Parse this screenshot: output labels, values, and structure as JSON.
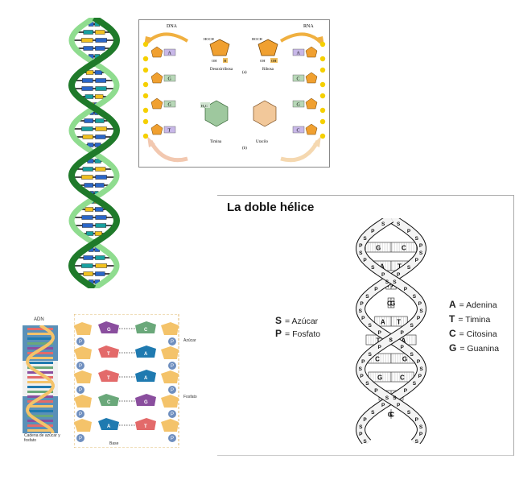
{
  "dna_rna": {
    "left_label": "DNA",
    "right_label": "RNA",
    "sugar_left_groups": [
      "HOCH",
      "OH",
      "H"
    ],
    "sugar_right_groups": [
      "HOCH",
      "OH",
      "OH"
    ],
    "sugar_left_name": "Desoxirribosa",
    "sugar_right_name": "Ribosa",
    "part_a": "(a)",
    "part_b": "(b)",
    "base_left_name": "Timina",
    "base_right_name": "Uracilo",
    "methyl_label": "H₃C",
    "left_bases": [
      "A",
      "G",
      "G",
      "T"
    ],
    "right_bases": [
      "A",
      "C",
      "G",
      "C"
    ],
    "colors": {
      "sugar": "#f0a030",
      "phosphate": "#f5d000",
      "arrow": "#f0b040",
      "timina": "#9ec89e",
      "uracilo": "#f2c89a"
    }
  },
  "doble_helice": {
    "title": "La doble hélice",
    "legend_left": [
      {
        "symbol": "S",
        "name": "Azúcar"
      },
      {
        "symbol": "P",
        "name": "Fosfato"
      }
    ],
    "legend_right": [
      {
        "symbol": "A",
        "name": "Adenina"
      },
      {
        "symbol": "T",
        "name": "Timina"
      },
      {
        "symbol": "C",
        "name": "Citosina"
      },
      {
        "symbol": "G",
        "name": "Guanina"
      }
    ],
    "backbone_labels": [
      "S",
      "P",
      "S",
      "P"
    ],
    "pairs": [
      [
        "G",
        "C"
      ],
      [
        "A",
        "T"
      ],
      [
        "T",
        "A"
      ],
      [
        "C",
        "G"
      ],
      [
        "A",
        "T"
      ],
      [
        "T",
        "A"
      ],
      [
        "C",
        "G"
      ],
      [
        "G",
        "C"
      ],
      [
        "T",
        "A"
      ],
      [
        "C",
        "G"
      ]
    ]
  },
  "adn": {
    "title": "ADN",
    "label_azucar": "Azúcar",
    "label_fosfato": "Fosfato",
    "label_cadena": "Cadena de azúcar y fosfato",
    "label_base": "Base",
    "phosphate": "P",
    "pairs": [
      [
        "G",
        "C"
      ],
      [
        "T",
        "A"
      ],
      [
        "T",
        "A"
      ],
      [
        "C",
        "G"
      ],
      [
        "A",
        "T"
      ]
    ],
    "colors": {
      "G": "#8a4e9e",
      "C": "#6aa87a",
      "T": "#e36a6a",
      "A": "#1f7ab0",
      "sugar": "#f4c36a",
      "phosphate": "#6f8fbf"
    }
  }
}
